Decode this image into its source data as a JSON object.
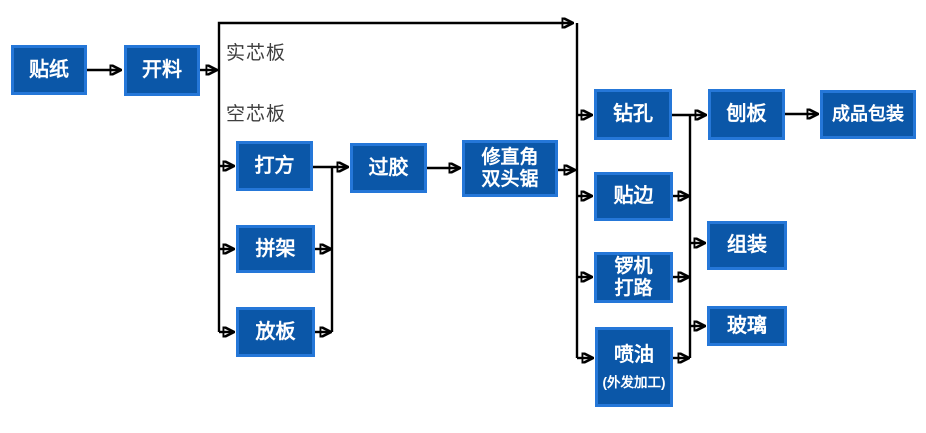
{
  "diagram": {
    "type": "flowchart",
    "branch_labels": {
      "solid_core": "实芯板",
      "hollow_core": "空芯板"
    },
    "nodes": {
      "tiezhi": {
        "label": "贴纸"
      },
      "kailiao": {
        "label": "开料"
      },
      "dafang": {
        "label": "打方"
      },
      "pinjia": {
        "label": "拼架"
      },
      "fangban": {
        "label": "放板"
      },
      "guojiao": {
        "label": "过胶"
      },
      "xiuzhijiao": {
        "label": "修直角\n双头锯"
      },
      "zuankong": {
        "label": "钻孔"
      },
      "tiebian": {
        "label": "贴边"
      },
      "luoji": {
        "label": "锣机\n打路"
      },
      "penyou": {
        "label": "喷油",
        "sublabel": "(外发加工)"
      },
      "paoban": {
        "label": "刨板"
      },
      "chengpin": {
        "label": "成品包装"
      },
      "zuzhuang": {
        "label": "组装"
      },
      "boli": {
        "label": "玻璃"
      }
    },
    "edges": [
      {
        "from": "tiezhi",
        "to": "kailiao"
      },
      {
        "from": "kailiao",
        "to": "distribution-line",
        "branch": "实芯板"
      },
      {
        "from": "kailiao",
        "to": "dafang",
        "branch": "空芯板"
      },
      {
        "from": "kailiao",
        "to": "pinjia",
        "branch": "空芯板"
      },
      {
        "from": "kailiao",
        "to": "fangban",
        "branch": "空芯板"
      },
      {
        "from": "dafang",
        "to": "guojiao"
      },
      {
        "from": "pinjia",
        "to": "guojiao"
      },
      {
        "from": "fangban",
        "to": "guojiao"
      },
      {
        "from": "guojiao",
        "to": "xiuzhijiao"
      },
      {
        "from": "xiuzhijiao",
        "to": "zuankong"
      },
      {
        "from": "xiuzhijiao",
        "to": "tiebian"
      },
      {
        "from": "xiuzhijiao",
        "to": "luoji"
      },
      {
        "from": "xiuzhijiao",
        "to": "penyou"
      },
      {
        "from": "zuankong",
        "to": "paoban"
      },
      {
        "from": "tiebian",
        "to": "collector-line"
      },
      {
        "from": "luoji",
        "to": "collector-line"
      },
      {
        "from": "penyou",
        "to": "collector-line"
      },
      {
        "from": "collector-line",
        "to": "zuzhuang"
      },
      {
        "from": "collector-line",
        "to": "boli"
      },
      {
        "from": "paoban",
        "to": "chengpin"
      }
    ],
    "colors": {
      "node_fill": "#0b57a8",
      "node_border": "#2577d8",
      "node_text": "#ffffff",
      "connector": "#000000",
      "branch_label_text": "#3f3f3f",
      "background": "#ffffff"
    }
  }
}
